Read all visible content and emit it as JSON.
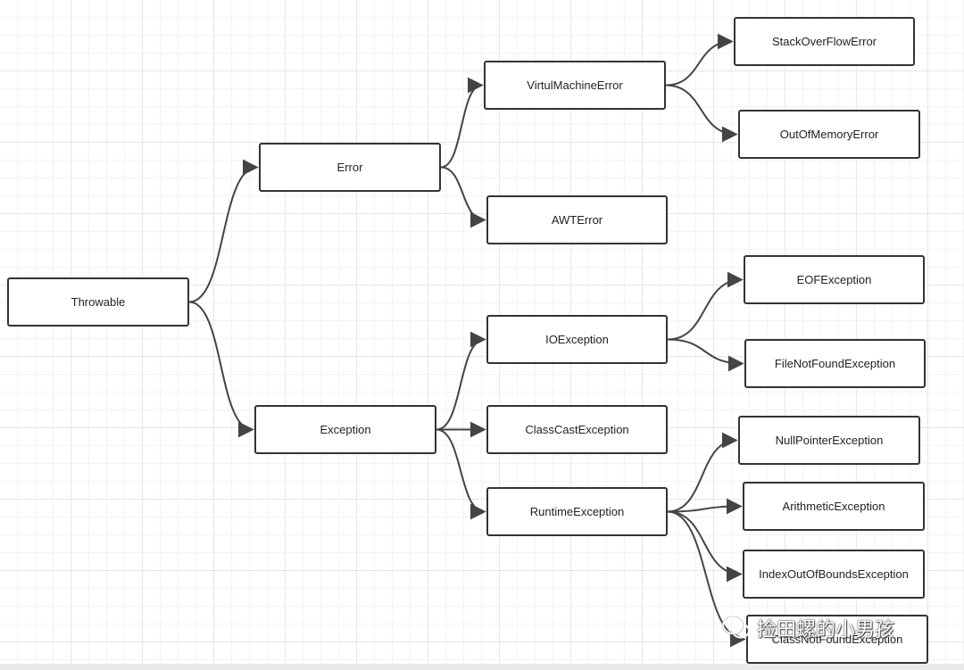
{
  "diagram": {
    "nodes": [
      {
        "id": "throwable",
        "label": "Throwable"
      },
      {
        "id": "error",
        "label": "Error"
      },
      {
        "id": "exception",
        "label": "Exception"
      },
      {
        "id": "vme",
        "label": "VirtulMachineError"
      },
      {
        "id": "awt",
        "label": "AWTError"
      },
      {
        "id": "so",
        "label": "StackOverFlowError"
      },
      {
        "id": "oom",
        "label": "OutOfMemoryError"
      },
      {
        "id": "io",
        "label": "IOException"
      },
      {
        "id": "cc",
        "label": "ClassCastException"
      },
      {
        "id": "rt",
        "label": "RuntimeException"
      },
      {
        "id": "eof",
        "label": "EOFException"
      },
      {
        "id": "fnf",
        "label": "FileNotFoundException"
      },
      {
        "id": "np",
        "label": "NullPointerException"
      },
      {
        "id": "ar",
        "label": "ArithmeticException"
      },
      {
        "id": "ioob",
        "label": "IndexOutOfBoundsException"
      },
      {
        "id": "cnf",
        "label": "ClassNotFoundException"
      }
    ],
    "edges": [
      {
        "from": "throwable",
        "to": "error"
      },
      {
        "from": "throwable",
        "to": "exception"
      },
      {
        "from": "error",
        "to": "vme"
      },
      {
        "from": "error",
        "to": "awt"
      },
      {
        "from": "vme",
        "to": "so"
      },
      {
        "from": "vme",
        "to": "oom"
      },
      {
        "from": "exception",
        "to": "io"
      },
      {
        "from": "exception",
        "to": "cc"
      },
      {
        "from": "exception",
        "to": "rt"
      },
      {
        "from": "io",
        "to": "eof"
      },
      {
        "from": "io",
        "to": "fnf"
      },
      {
        "from": "rt",
        "to": "np"
      },
      {
        "from": "rt",
        "to": "ar"
      },
      {
        "from": "rt",
        "to": "ioob"
      },
      {
        "from": "rt",
        "to": "cnf"
      }
    ]
  },
  "watermark": {
    "text": "捡田螺的小男孩",
    "icon": "wechat-bubble-icon"
  },
  "colors": {
    "node_border": "#333333",
    "edge": "#444444",
    "grid": "#e6e6e6"
  }
}
